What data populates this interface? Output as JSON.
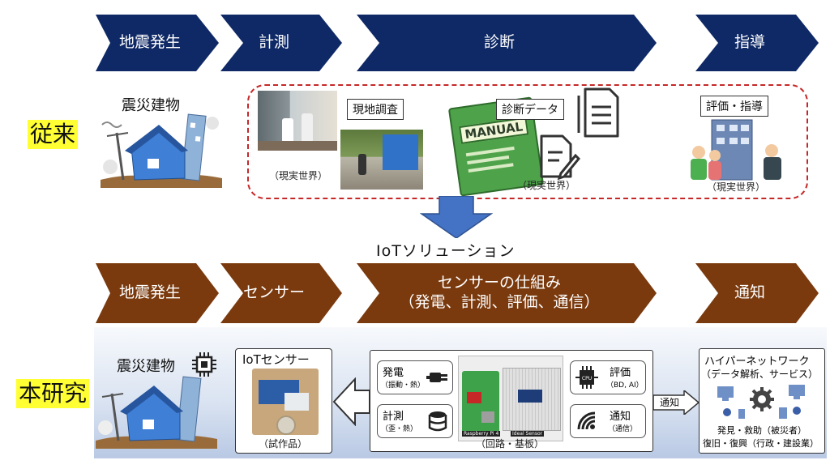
{
  "conventional": {
    "label": "従来",
    "steps": [
      "地震発生",
      "計測",
      "診断",
      "指導"
    ],
    "building_label": "震災建物",
    "survey_label": "現地調査",
    "survey_caption": "（現実世界）",
    "diagnosis_label": "診断データ",
    "manual_text": "MANUAL",
    "diagnosis_caption": "（現実世界）",
    "guidance_label": "評価・指導",
    "guidance_caption": "（現実世界）"
  },
  "transition_label": "IoTソリューション",
  "research": {
    "label": "本研究",
    "steps": [
      "地震発生",
      "センサー",
      "センサーの仕組み",
      "通知"
    ],
    "step3_sub": "（発電、計測、評価、通信）",
    "building_label": "震災建物",
    "sensor_title": "IoTセンサー",
    "sensor_caption": "（試作品）",
    "circuit_caption": "（回路・基板）",
    "power": {
      "title": "発電",
      "sub": "（振動・熱）"
    },
    "measure": {
      "title": "計測",
      "sub": "（歪・熱）"
    },
    "evaluate": {
      "title": "評価",
      "sub": "（BD, AI）"
    },
    "comm": {
      "title": "通知",
      "sub": "（通信）"
    },
    "cpu_text": "CPU",
    "board_label_1": "Raspberry Pi 4",
    "board_label_2": "Ideal Sensor",
    "notify_arrow": "通知",
    "network_title": "ハイパーネットワーク",
    "network_sub": "（データ解析、サービス）",
    "network_line1": "発見・救助（被災者）",
    "network_line2": "復旧・復興（行政・建設業）"
  }
}
